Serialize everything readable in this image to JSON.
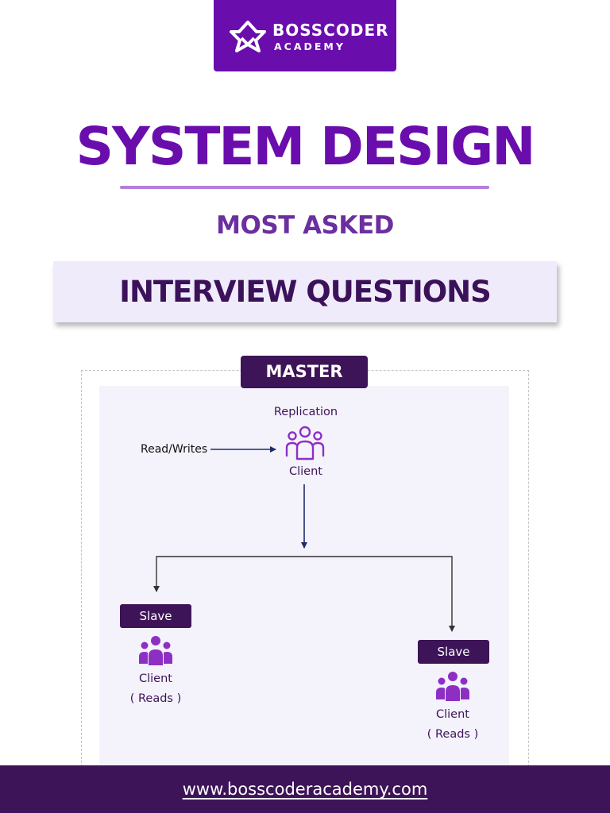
{
  "brand": {
    "name": "BOSSCODER",
    "subname": "ACADEMY",
    "colors": {
      "primary": "#6a0dad",
      "dark": "#3d1457",
      "accent": "#b57edc",
      "banner_bg": "#f0ebfb"
    }
  },
  "header": {
    "title": "SYSTEM DESIGN",
    "subtitle": "MOST ASKED",
    "banner": "INTERVIEW QUESTIONS"
  },
  "diagram": {
    "master_label": "MASTER",
    "replication_label": "Replication",
    "input_label": "Read/Writes",
    "master_client_label": "Client",
    "slaves": [
      {
        "tag": "Slave",
        "client_label": "Client",
        "role_label": "( Reads )",
        "icon": "users-filled-icon"
      },
      {
        "tag": "Slave",
        "client_label": "Client",
        "role_label": "( Reads )",
        "icon": "users-filled-icon"
      }
    ],
    "master_icon": "users-outline-icon"
  },
  "footer": {
    "url": "www.bosscoderacademy.com"
  }
}
